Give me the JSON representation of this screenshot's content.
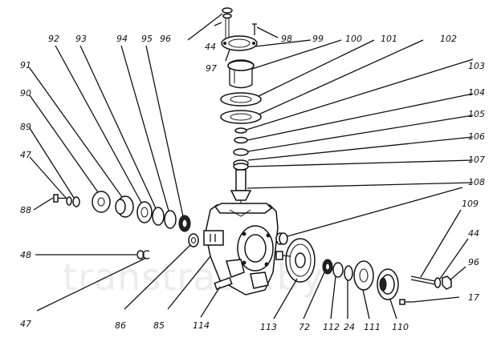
{
  "watermark": "transtrade.by",
  "labels": [
    {
      "id": "96a",
      "text": "96"
    },
    {
      "id": "44a",
      "text": "44"
    },
    {
      "id": "98",
      "text": "98"
    },
    {
      "id": "99",
      "text": "99"
    },
    {
      "id": "97",
      "text": "97"
    },
    {
      "id": "92",
      "text": "92"
    },
    {
      "id": "93",
      "text": "93"
    },
    {
      "id": "94",
      "text": "94"
    },
    {
      "id": "95",
      "text": "95"
    },
    {
      "id": "100",
      "text": "100"
    },
    {
      "id": "101",
      "text": "101"
    },
    {
      "id": "102",
      "text": "102"
    },
    {
      "id": "91",
      "text": "91"
    },
    {
      "id": "103",
      "text": "103"
    },
    {
      "id": "90",
      "text": "90"
    },
    {
      "id": "104",
      "text": "104"
    },
    {
      "id": "105",
      "text": "105"
    },
    {
      "id": "89",
      "text": "89"
    },
    {
      "id": "106",
      "text": "106"
    },
    {
      "id": "47a",
      "text": "47"
    },
    {
      "id": "107",
      "text": "107"
    },
    {
      "id": "108",
      "text": "108"
    },
    {
      "id": "88",
      "text": "88"
    },
    {
      "id": "109",
      "text": "109"
    },
    {
      "id": "44b",
      "text": "44"
    },
    {
      "id": "48",
      "text": "48"
    },
    {
      "id": "96b",
      "text": "96"
    },
    {
      "id": "17",
      "text": "17"
    },
    {
      "id": "47b",
      "text": "47"
    },
    {
      "id": "86",
      "text": "86"
    },
    {
      "id": "85",
      "text": "85"
    },
    {
      "id": "114",
      "text": "114"
    },
    {
      "id": "113",
      "text": "113"
    },
    {
      "id": "72",
      "text": "72"
    },
    {
      "id": "112",
      "text": "112"
    },
    {
      "id": "24",
      "text": "24"
    },
    {
      "id": "111",
      "text": "111"
    },
    {
      "id": "110",
      "text": "110"
    }
  ]
}
